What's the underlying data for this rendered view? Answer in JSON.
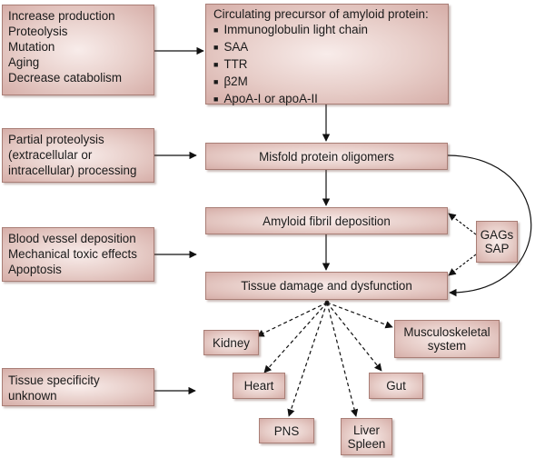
{
  "left_boxes": {
    "factors": [
      "Increase production",
      "Proteolysis",
      "Mutation",
      "Aging",
      "Decrease catabolism"
    ],
    "processing": [
      "Partial proteolysis",
      "(extracellular or",
      "intracellular) processing"
    ],
    "toxicity": [
      "Blood vessel deposition",
      "Mechanical toxic effects",
      "Apoptosis"
    ],
    "specificity": [
      "Tissue specificity",
      "unknown"
    ]
  },
  "precursor": {
    "title": "Circulating precursor of amyloid protein:",
    "items": [
      "Immunoglobulin light chain",
      "SAA",
      "TTR",
      "β2M",
      "ApoA-I or apoA-II"
    ]
  },
  "steps": {
    "oligomers": "Misfold protein oligomers",
    "deposition": "Amyloid fibril deposition",
    "damage": "Tissue damage and dysfunction"
  },
  "cofactors": [
    "GAGs",
    "SAP"
  ],
  "organs": {
    "kidney": "Kidney",
    "musculoskeletal": [
      "Musculoskeletal",
      "system"
    ],
    "heart": "Heart",
    "gut": "Gut",
    "pns": "PNS",
    "liver_spleen": [
      "Liver",
      "Spleen"
    ]
  }
}
